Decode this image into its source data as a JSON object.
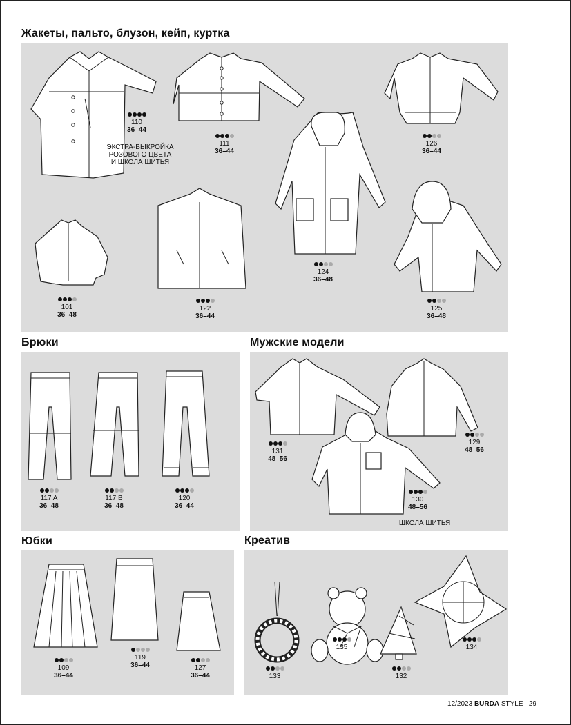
{
  "sections": {
    "jackets": {
      "title": "Жакеты, пальто, блузон, кейп, куртка"
    },
    "trousers": {
      "title": "Брюки"
    },
    "men": {
      "title": "Мужские модели"
    },
    "skirts": {
      "title": "Юбки"
    },
    "creative": {
      "title": "Креатив"
    }
  },
  "models": {
    "m110": {
      "number": "110",
      "sizes": "36–44",
      "difficulty": 4
    },
    "m111": {
      "number": "111",
      "sizes": "36–44",
      "difficulty": 3
    },
    "m126": {
      "number": "126",
      "sizes": "36–44",
      "difficulty": 2
    },
    "m124": {
      "number": "124",
      "sizes": "36–48",
      "difficulty": 2
    },
    "m101": {
      "number": "101",
      "sizes": "36–48",
      "difficulty": 3
    },
    "m122": {
      "number": "122",
      "sizes": "36–44",
      "difficulty": 3
    },
    "m125": {
      "number": "125",
      "sizes": "36–48",
      "difficulty": 2
    },
    "m117a": {
      "number": "117 A",
      "sizes": "36–48",
      "difficulty": 2
    },
    "m117b": {
      "number": "117 B",
      "sizes": "36–48",
      "difficulty": 2
    },
    "m120": {
      "number": "120",
      "sizes": "36–44",
      "difficulty": 3
    },
    "m131": {
      "number": "131",
      "sizes": "48–56",
      "difficulty": 3
    },
    "m129": {
      "number": "129",
      "sizes": "48–56",
      "difficulty": 2
    },
    "m130": {
      "number": "130",
      "sizes": "48–56",
      "difficulty": 3
    },
    "m109": {
      "number": "109",
      "sizes": "36–44",
      "difficulty": 2
    },
    "m119": {
      "number": "119",
      "sizes": "36–44",
      "difficulty": 1
    },
    "m127": {
      "number": "127",
      "sizes": "36–44",
      "difficulty": 2
    },
    "m135": {
      "number": "135",
      "sizes": "",
      "difficulty": 3
    },
    "m134": {
      "number": "134",
      "sizes": "",
      "difficulty": 3
    },
    "m133": {
      "number": "133",
      "sizes": "",
      "difficulty": 2
    },
    "m132": {
      "number": "132",
      "sizes": "",
      "difficulty": 2
    }
  },
  "notes": {
    "extra": [
      "ЭКСТРА-ВЫКРОЙКА",
      "РОЗОВОГО ЦВЕТА",
      "И ШКОЛА ШИТЬЯ"
    ],
    "school": "ШКОЛА ШИТЬЯ"
  },
  "footer": {
    "issue": "12/2023",
    "brand": "BURDA",
    "brand_suffix": "STYLE",
    "page": "29"
  },
  "colors": {
    "panel": "#dcdcdc",
    "dot_on": "#111111",
    "dot_off": "#aaaaaa"
  }
}
